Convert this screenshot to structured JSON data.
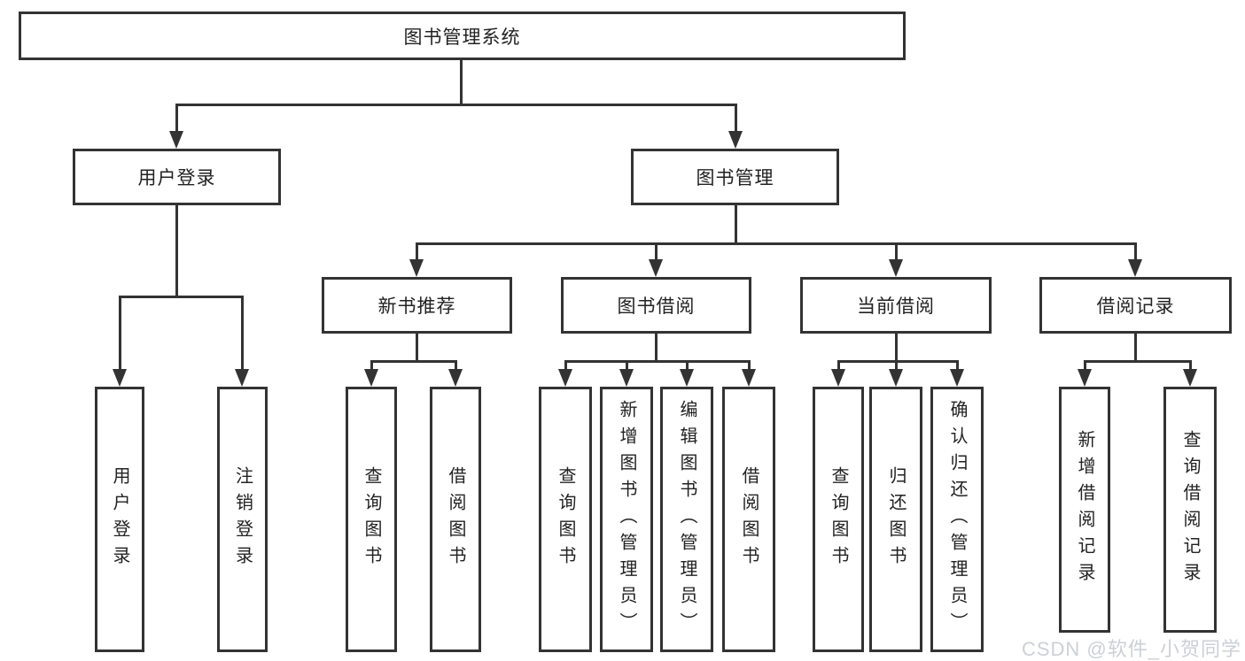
{
  "diagram": {
    "root": "图书管理系统",
    "level2": [
      "用户登录",
      "图书管理"
    ],
    "level3": [
      "新书推荐",
      "图书借阅",
      "当前借阅",
      "借阅记录"
    ],
    "leaves": {
      "login": [
        "用户登录",
        "注销登录"
      ],
      "recommend": [
        "查询图书",
        "借阅图书"
      ],
      "borrow": [
        "查询图书",
        "新增图书（管理员）",
        "编辑图书（管理员）",
        "借阅图书"
      ],
      "current": [
        "查询图书",
        "归还图书",
        "确认归还（管理员）"
      ],
      "records": [
        "新增借阅记录",
        "查询借阅记录"
      ]
    }
  },
  "watermark": "CSDN @软件_小贺同学",
  "colors": {
    "line": "#333333",
    "text": "#222222",
    "watermark": "#c9cdd4"
  }
}
